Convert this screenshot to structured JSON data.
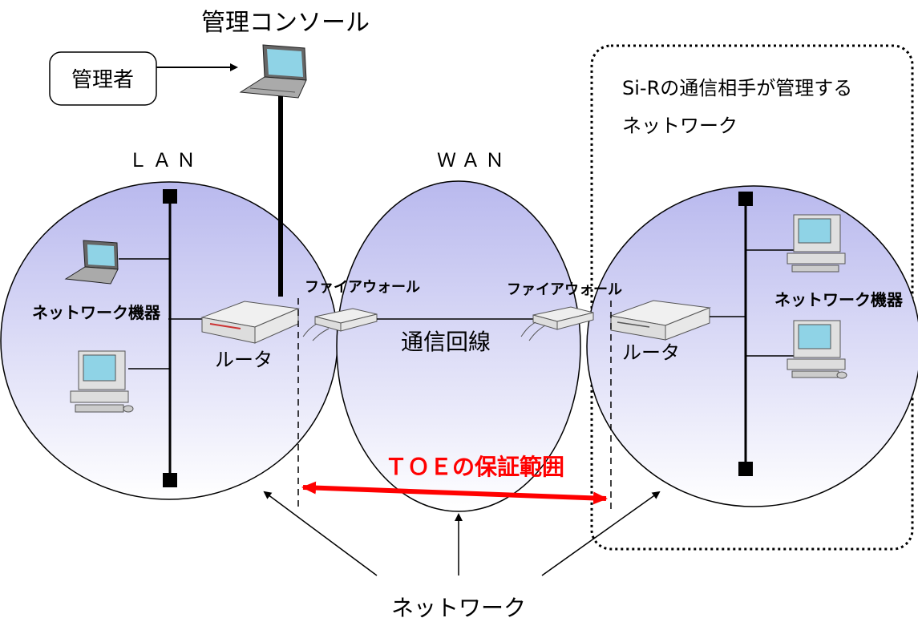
{
  "labels": {
    "console": "管理コンソール",
    "admin": "管理者",
    "lan": "ＬＡＮ",
    "wan": "ＷＡＮ",
    "peer_network_line1": "Si-Rの通信相手が管理する",
    "peer_network_line2": "ネットワーク",
    "device_left": "ネットワーク機器",
    "device_right": "ネットワーク機器",
    "firewall_left": "ファイアウォール",
    "firewall_right": "ファイアウォール",
    "router_left": "ルータ",
    "router_right": "ルータ",
    "line": "通信回線",
    "toe_scope": "ＴＯＥの保証範囲",
    "network": "ネットワーク"
  },
  "colors": {
    "toe": "#ff0000",
    "ellipse_top": "#b9b9ee",
    "ellipse_bottom": "#ffffff",
    "screen": "#8fd3e6"
  }
}
